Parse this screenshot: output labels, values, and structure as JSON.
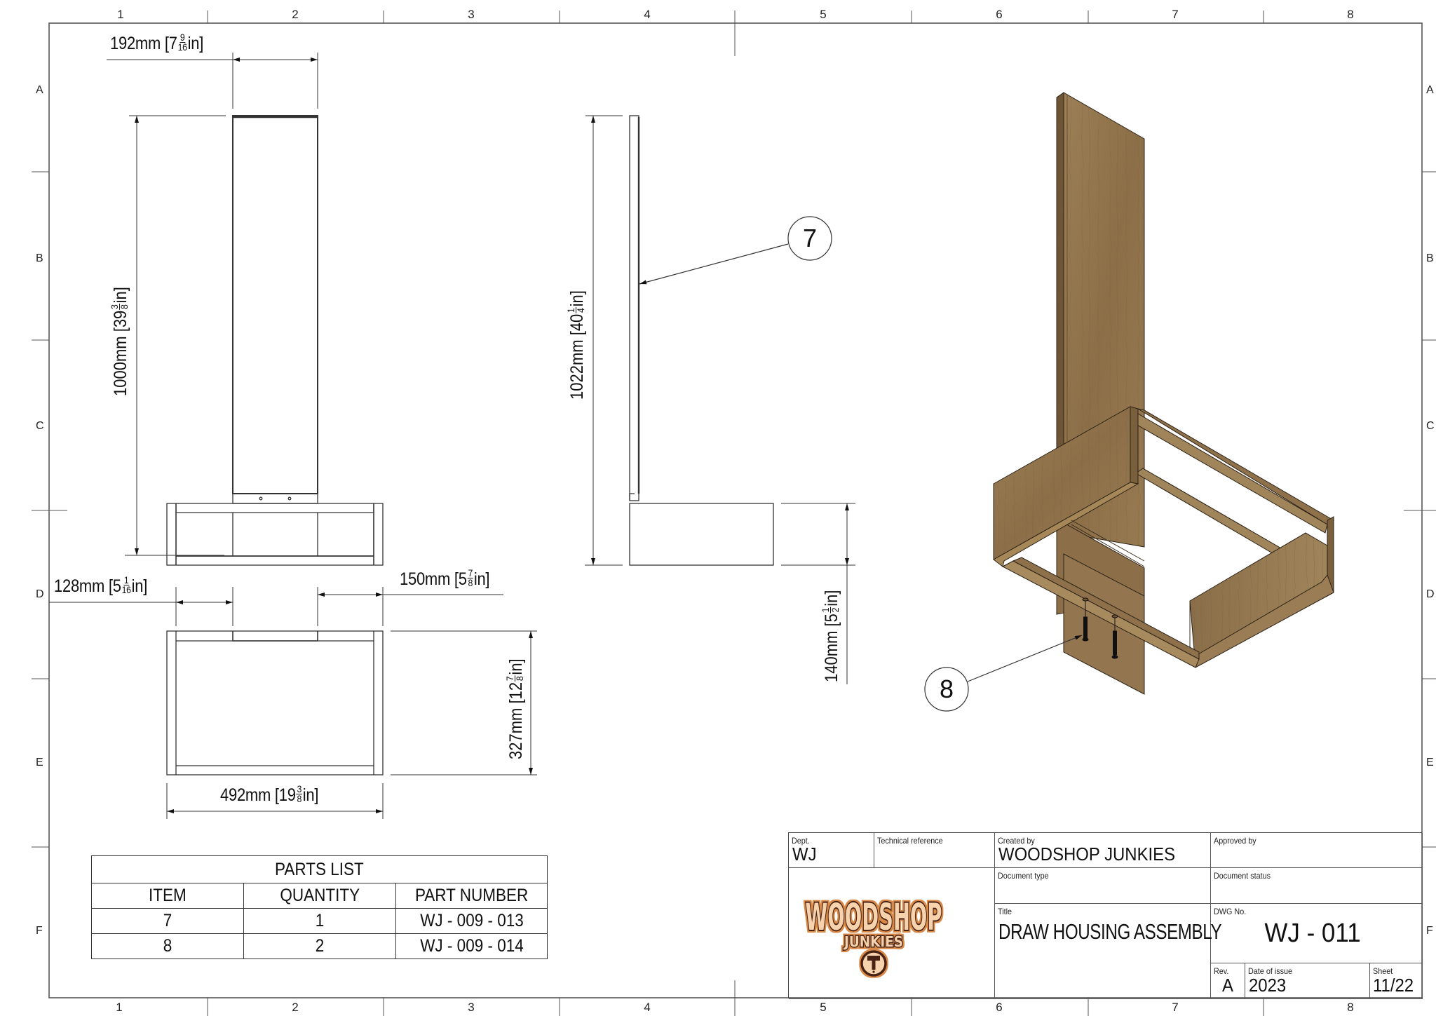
{
  "sheet": {
    "zones_top": [
      "1",
      "2",
      "3",
      "4",
      "5",
      "6",
      "7",
      "8"
    ],
    "zones_bottom": [
      "1",
      "2",
      "3",
      "4",
      "5",
      "6",
      "7",
      "8"
    ],
    "zones_left": [
      "A",
      "B",
      "C",
      "D",
      "E",
      "F"
    ],
    "zones_right": [
      "A",
      "B",
      "C",
      "D",
      "E",
      "F"
    ]
  },
  "front_view": {
    "width_dim": {
      "mm": "192mm [7",
      "frac_num": "9",
      "frac_den": "16",
      "suffix": "in]"
    },
    "height_dim": {
      "mm": "1000mm [39",
      "frac_num": "3",
      "frac_den": "8",
      "suffix": "in]"
    },
    "left_offset_dim": {
      "mm": "128mm [5",
      "frac_num": "1",
      "frac_den": "16",
      "suffix": "in]"
    },
    "right_offset_dim": {
      "mm": "150mm [5",
      "frac_num": "7",
      "frac_den": "8",
      "suffix": "in]"
    }
  },
  "plan_view": {
    "width_dim": {
      "mm": "492mm [19",
      "frac_num": "3",
      "frac_den": "8",
      "suffix": "in]"
    },
    "depth_dim": {
      "mm": "327mm [12",
      "frac_num": "7",
      "frac_den": "8",
      "suffix": "in]"
    }
  },
  "side_view": {
    "height_dim": {
      "mm": "1022mm [40",
      "frac_num": "1",
      "frac_den": "4",
      "suffix": "in]"
    },
    "base_dim": {
      "mm": "140mm [5",
      "frac_num": "1",
      "frac_den": "2",
      "suffix": "in]"
    }
  },
  "balloons": [
    {
      "label": "7"
    },
    {
      "label": "8"
    }
  ],
  "parts_list": {
    "title": "PARTS LIST",
    "headers": [
      "ITEM",
      "QUANTITY",
      "PART NUMBER"
    ],
    "rows": [
      [
        "7",
        "1",
        "WJ - 009 - 013"
      ],
      [
        "8",
        "2",
        "WJ - 009 - 014"
      ]
    ]
  },
  "title_block": {
    "dept_label": "Dept.",
    "dept": "WJ",
    "tech_ref_label": "Technical reference",
    "tech_ref": "",
    "created_by_label": "Created by",
    "created_by": "WOODSHOP JUNKIES",
    "approved_by_label": "Approved by",
    "approved_by": "",
    "doc_type_label": "Document type",
    "doc_type": "",
    "doc_status_label": "Document status",
    "doc_status": "",
    "title_label": "Title",
    "title": "DRAW HOUSING ASSEMBLY",
    "dwg_no_label": "DWG No.",
    "dwg_no": "WJ - 011",
    "rev_label": "Rev.",
    "rev": "A",
    "date_label": "Date of issue",
    "date": "2023",
    "sheet_label": "Sheet",
    "sheet": "11/22",
    "logo": {
      "line1": "WOODSHOP",
      "line2": "JUNKIES",
      "icon": "hammer-icon"
    }
  },
  "colors": {
    "wood_light": "#a88a5f",
    "wood_mid": "#8f734c",
    "wood_dark": "#6e5535",
    "logo_fill": "#f6d3ad",
    "logo_outline": "#4a2414",
    "logo_glow": "#d98a4a"
  }
}
